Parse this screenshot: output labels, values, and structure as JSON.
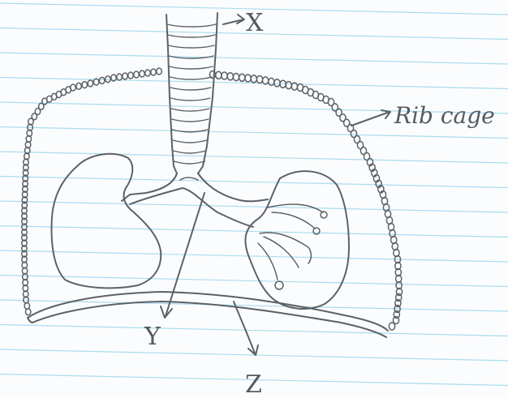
{
  "labels": {
    "x": "X",
    "y": "Y",
    "z": "Z",
    "rib_cage": "Rib cage"
  },
  "colors": {
    "ruled_line": "#a9dcef",
    "ink": "#5d6166",
    "paper": "#fbfcfd"
  }
}
